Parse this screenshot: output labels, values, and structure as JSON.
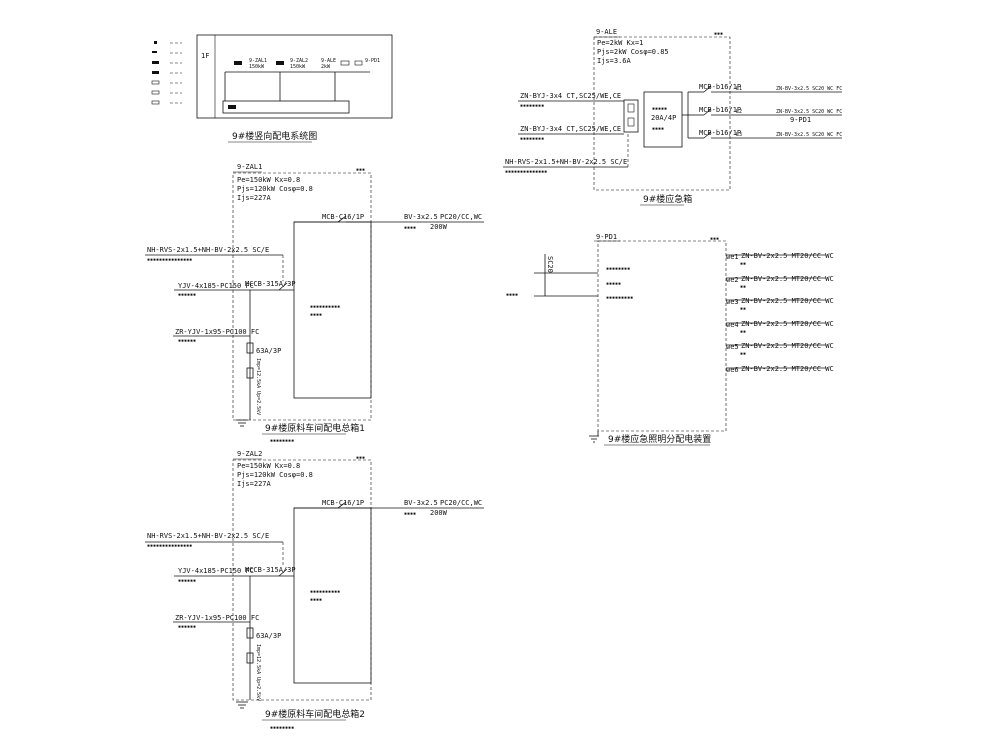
{
  "riser": {
    "floor": "1F",
    "panels": [
      {
        "name": "9-ZAL1",
        "power": "150kW"
      },
      {
        "name": "9-ZAL2",
        "power": "150kW"
      },
      {
        "name": "9-ALE",
        "power": "2kW"
      },
      {
        "name": "9-PD1",
        "power": ""
      }
    ],
    "caption": "9#楼竖向配电系统图"
  },
  "zal1": {
    "name": "9-ZAL1",
    "pe": "Pe=150kW Kx=0.8",
    "pjs": "Pjs=120kW Cosφ=0.8",
    "ijs": "Ijs=227A",
    "fire_cable": "NH-RVS-2x1.5+NH-BV-2x2.5 SC/E",
    "main_cable": "YJV-4x185-PC150 FC",
    "main_breaker": "MCCB-315A/3P",
    "backup_cable": "ZR-YJV-1x95-PC100 FC",
    "fuse": "63A/3P",
    "spd": "Imp=12.5kA Up=2.5kV",
    "branch_breaker": "MCB-C16/1P",
    "branch_cable": "BV-3x2.5",
    "branch_conduit": "PC20/CC,WC",
    "branch_power": "200W",
    "caption": "9#楼原料车间配电总箱1"
  },
  "zal2": {
    "name": "9-ZAL2",
    "pe": "Pe=150kW Kx=0.8",
    "pjs": "Pjs=120kW Cosφ=0.8",
    "ijs": "Ijs=227A",
    "fire_cable": "NH-RVS-2x1.5+NH-BV-2x2.5 SC/E",
    "main_cable": "YJV-4x185-PC150 FC",
    "main_breaker": "MCCB-315A/3P",
    "backup_cable": "ZR-YJV-1x95-PC100 FC",
    "fuse": "63A/3P",
    "spd": "Imp=12.5kA Up=2.5kV",
    "branch_breaker": "MCB-C16/1P",
    "branch_cable": "BV-3x2.5",
    "branch_conduit": "PC20/CC,WC",
    "branch_power": "200W",
    "caption": "9#楼原料车间配电总箱2"
  },
  "ale": {
    "name": "9-ALE",
    "pe": "Pe=2kW Kx=1",
    "pjs": "Pjs=2kW Cosφ=0.85",
    "ijs": "Ijs=3.6A",
    "input1": "ZN-BYJ-3x4 CT,SC25/WE,CE",
    "input2": "ZN-BYJ-3x4 CT,SC25/WE,CE",
    "fire_cable": "NH-RVS-2x1.5+NH-BV-2x2.5 SC/E",
    "ats": "20A/4P",
    "outputs": [
      {
        "breaker": "MCB-b16/1P",
        "phase": "L1",
        "cable": "ZN-BV-3x2.5 SC20 WC FC",
        "dest": ""
      },
      {
        "breaker": "MCB-b16/1P",
        "phase": "L2",
        "cable": "ZN-BV-3x2.5 SC20 WC FC",
        "dest": "9-PD1"
      },
      {
        "breaker": "MCB-b16/1P",
        "phase": "L3",
        "cable": "ZN-BV-3x2.5 SC20 WC FC",
        "dest": ""
      }
    ],
    "caption": "9#楼应急箱"
  },
  "pd1": {
    "name": "9-PD1",
    "in_cable": "SC20",
    "circuits": [
      {
        "id": "we1",
        "cable": "ZN-BV-2x2.5 MT20/CC WC"
      },
      {
        "id": "we2",
        "cable": "ZN-BV-2x2.5 MT20/CC WC"
      },
      {
        "id": "we3",
        "cable": "ZN-BV-2x2.5 MT20/CC WC"
      },
      {
        "id": "we4",
        "cable": "ZN-BV-2x2.5 MT20/CC WC"
      },
      {
        "id": "we5",
        "cable": "ZN-BV-2x2.5 MT20/CC WC"
      },
      {
        "id": "we6",
        "cable": "ZN-BV-2x2.5 MT20/CC WC"
      }
    ],
    "caption": "9#楼应急照明分配电装置"
  }
}
